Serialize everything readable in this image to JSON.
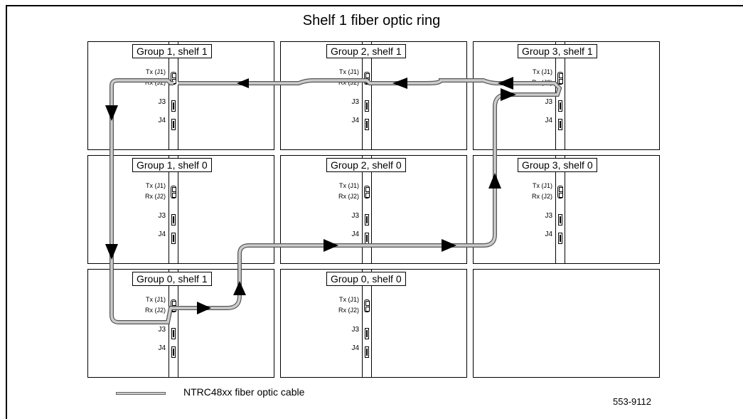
{
  "title": "Shelf 1 fiber optic ring",
  "port_labels": {
    "tx": "Tx (J1)",
    "rx": "Rx (J2)",
    "j3": "J3",
    "j4": "J4"
  },
  "groups": [
    {
      "label": "Group 1, shelf 1"
    },
    {
      "label": "Group 2, shelf 1"
    },
    {
      "label": "Group 3, shelf 1"
    },
    {
      "label": "Group 1, shelf 0"
    },
    {
      "label": "Group 2, shelf 0"
    },
    {
      "label": "Group 3, shelf 0"
    },
    {
      "label": "Group 0, shelf 1"
    },
    {
      "label": "Group 0, shelf 0"
    }
  ],
  "legend": {
    "cable_label": "NTRC48xx fiber optic cable"
  },
  "figure_id": "553-9112",
  "colors": {
    "cable_fill": "#cccccc",
    "cable_edge": "#555555",
    "line": "#000000"
  }
}
